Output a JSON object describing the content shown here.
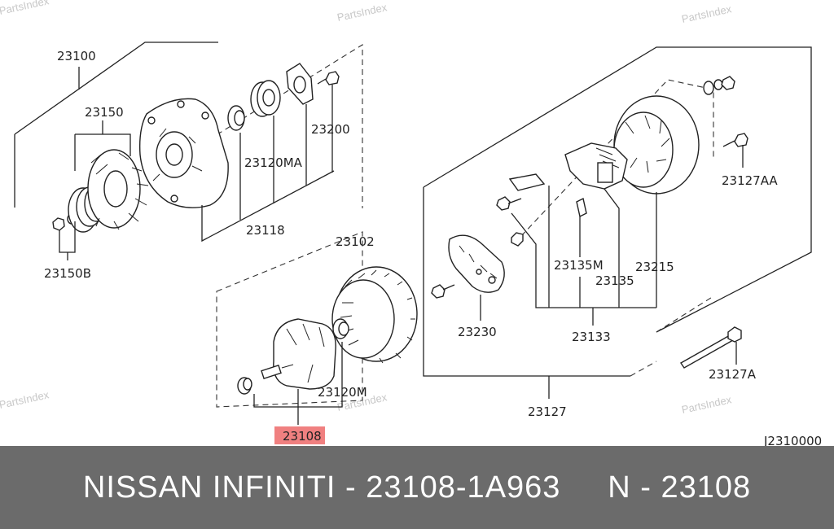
{
  "watermark": "PartsIndex",
  "diagram_code": "J2310000",
  "highlight_color": "#f08080",
  "labels": {
    "p23100": "23100",
    "p23150": "23150",
    "p23150B": "23150B",
    "p23118": "23118",
    "p23120MA": "23120MA",
    "p23200": "23200",
    "p23102": "23102",
    "p23120M": "23120M",
    "p23108": "23108",
    "p23127": "23127",
    "p23127A": "23127A",
    "p23127AA": "23127AA",
    "p23135M": "23135M",
    "p23135": "23135",
    "p23215": "23215",
    "p23230": "23230",
    "p23133": "23133"
  },
  "footer": {
    "title": "NISSAN INFINITI - 23108-1A963     N - 23108"
  }
}
